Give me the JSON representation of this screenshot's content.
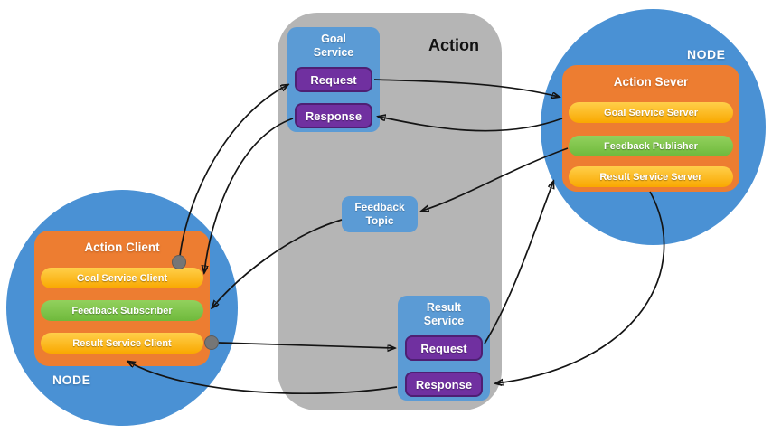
{
  "colors": {
    "circle-blue": "#4a91d4",
    "box-blue": "#5b9bd5",
    "panel-gray": "#b5b5b5",
    "orange": "#ed7d31",
    "gold": "#f9a800",
    "gold-light": "#ffcf4a",
    "green": "#6fb93c",
    "green-light": "#92d15d",
    "purple": "#7030a0",
    "arrow": "#141414",
    "dot-gray": "#767676"
  },
  "action_panel": {
    "label": "Action"
  },
  "left_node": {
    "node_label": "NODE",
    "title": "Action Client",
    "pills": [
      {
        "label": "Goal Service Client"
      },
      {
        "label": "Feedback Subscriber"
      },
      {
        "label": "Result Service Client"
      }
    ]
  },
  "right_node": {
    "node_label": "NODE",
    "title": "Action Sever",
    "pills": [
      {
        "label": "Goal Service Server"
      },
      {
        "label": "Feedback Publisher"
      },
      {
        "label": "Result Service Server"
      }
    ]
  },
  "goal_service": {
    "title": "Goal Service",
    "request": "Request",
    "response": "Response"
  },
  "feedback_topic": {
    "title": "Feedback Topic"
  },
  "result_service": {
    "title": "Result Service",
    "request": "Request",
    "response": "Response"
  }
}
